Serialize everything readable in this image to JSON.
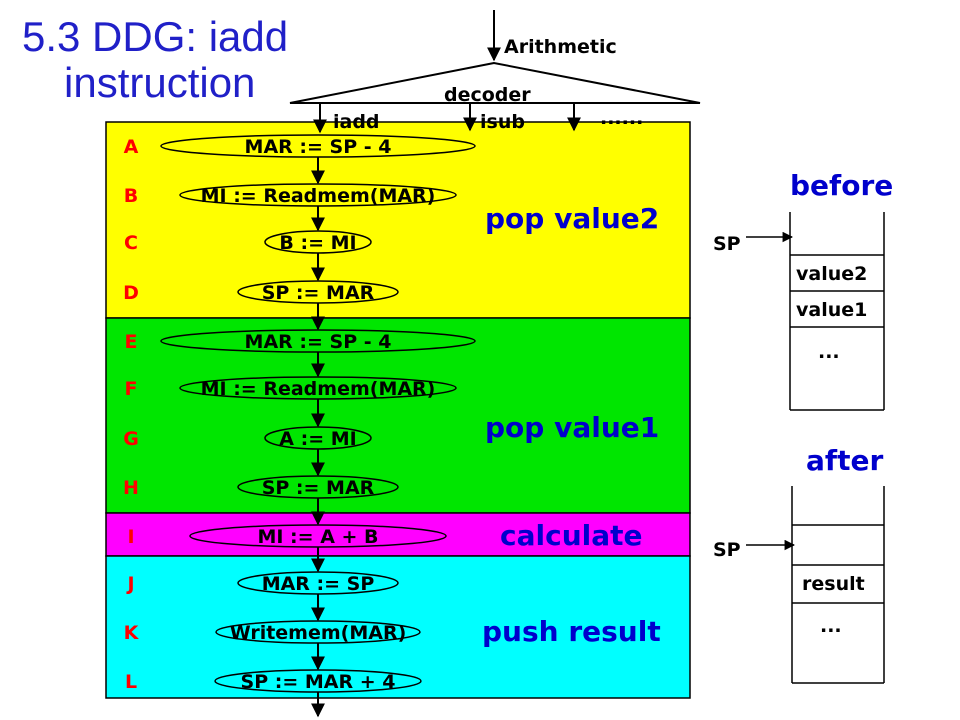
{
  "title": {
    "line1": "5.3 DDG: iadd",
    "line2": "instruction"
  },
  "header": {
    "arithmetic": "Arithmetic",
    "decoder": "decoder",
    "branches": [
      "iadd",
      "isub",
      "......"
    ]
  },
  "colors": {
    "yellow": "#ffff00",
    "green": "#00e600",
    "magenta": "#ff00ff",
    "cyan": "#00ffff",
    "label_red": "#ff0000",
    "phase_blue": "#0000cc",
    "title_blue": "#2020c8"
  },
  "steps": [
    {
      "label": "A",
      "op": "MAR := SP - 4"
    },
    {
      "label": "B",
      "op": "MI := Readmem(MAR)"
    },
    {
      "label": "C",
      "op": "B := MI"
    },
    {
      "label": "D",
      "op": "SP := MAR"
    },
    {
      "label": "E",
      "op": "MAR := SP - 4"
    },
    {
      "label": "F",
      "op": "MI := Readmem(MAR)"
    },
    {
      "label": "G",
      "op": "A := MI"
    },
    {
      "label": "H",
      "op": "SP := MAR"
    },
    {
      "label": "I",
      "op": "MI := A + B"
    },
    {
      "label": "J",
      "op": "MAR := SP"
    },
    {
      "label": "K",
      "op": "Writemem(MAR)"
    },
    {
      "label": "L",
      "op": "SP := MAR + 4"
    }
  ],
  "phases": [
    "pop value2",
    "pop value1",
    "calculate",
    "push result"
  ],
  "stacks": {
    "before": {
      "title": "before",
      "pointer": "SP",
      "cells": [
        "",
        "value2",
        "value1",
        "..."
      ]
    },
    "after": {
      "title": "after",
      "pointer": "SP",
      "cells": [
        "",
        "result",
        "..."
      ]
    }
  }
}
